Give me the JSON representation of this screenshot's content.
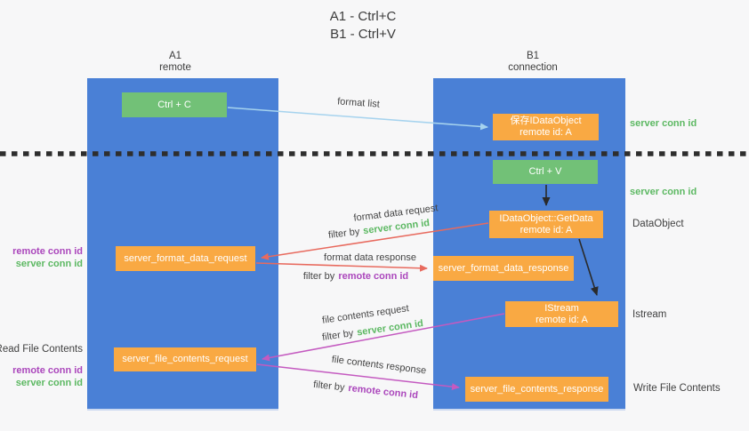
{
  "title": {
    "line1": "A1 - Ctrl+C",
    "line2": "B1 - Ctrl+V"
  },
  "columns": {
    "left": {
      "name": "A1",
      "subtitle": "remote"
    },
    "right": {
      "name": "B1",
      "subtitle": "connection"
    }
  },
  "nodes": {
    "ctrl_c": "Ctrl + C",
    "ctrl_v": "Ctrl + V",
    "save_dataobject": {
      "line1": "保存IDataObject",
      "line2": "remote id: A"
    },
    "getdata": {
      "line1": "IDataObject::GetData",
      "line2": "remote id: A"
    },
    "istream": {
      "line1": "IStream",
      "line2": "remote id: A"
    },
    "server_format_data_request": "server_format_data_request",
    "server_format_data_response": "server_format_data_response",
    "server_file_contents_request": "server_file_contents_request",
    "server_file_contents_response": "server_file_contents_response"
  },
  "arrow_labels": {
    "format_list": "format list",
    "format_data_request": "format data request",
    "format_data_response": "format data response",
    "file_contents_request": "file contents request",
    "file_contents_response": "file contents response",
    "filter_by": "filter by",
    "server_conn_id": "server conn id",
    "remote_conn_id": "remote conn id"
  },
  "side_labels": {
    "server_conn_id": "server conn id",
    "remote_conn_id": "remote conn id",
    "dataobject": "DataObject",
    "istream": "Istream",
    "read_file_contents": "Read File Contents",
    "write_file_contents": "Write File Contents"
  },
  "colors": {
    "column_blue": "#4a80d6",
    "node_green": "#72c177",
    "node_orange": "#f9a943",
    "arrow_light_blue": "#a6d3ee",
    "arrow_red": "#e86a5e",
    "arrow_magenta": "#c45ac0",
    "arrow_black": "#2a2a2a",
    "text_green": "#5cb862",
    "text_purple": "#ab47bc",
    "text_dark": "#3c3c3c",
    "background": "#f7f7f8"
  }
}
